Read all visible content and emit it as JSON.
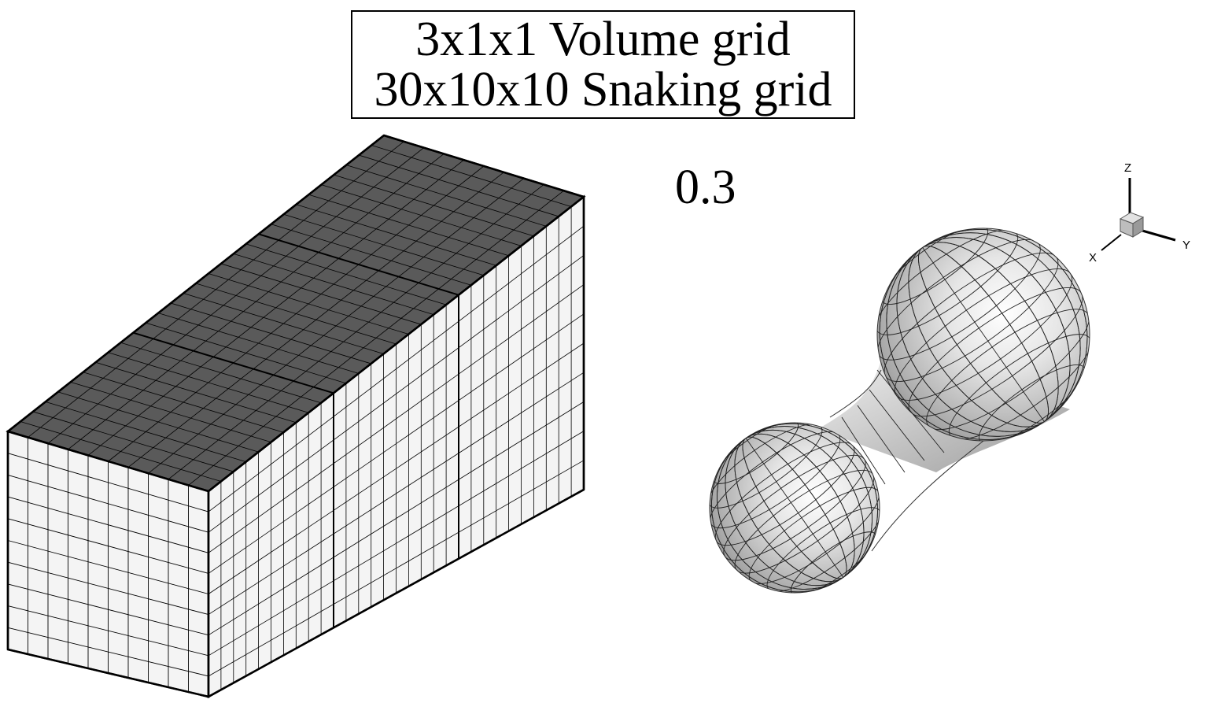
{
  "title": {
    "line1": "3x1x1 Volume grid",
    "line2": "30x10x10 Snaking grid"
  },
  "value_label": "0.3",
  "volume_grid": {
    "blocks": [
      3,
      1,
      1
    ],
    "cells": [
      30,
      10,
      10
    ],
    "top_color": "#5a5a5a",
    "side_color": "#f4f4f4",
    "line_color": "#000000"
  },
  "surface": {
    "shape": "peanut",
    "color": "#c8c8c8"
  },
  "axes": {
    "z_label": "Z",
    "y_label": "Y",
    "x_label": "X"
  }
}
